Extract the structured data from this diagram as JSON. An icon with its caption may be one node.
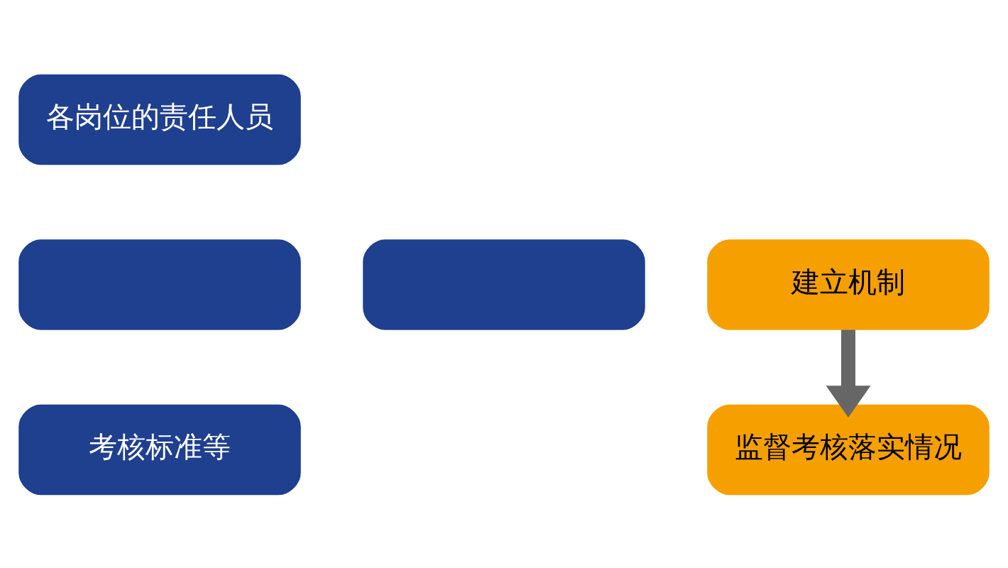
{
  "diagram": {
    "nodes": [
      {
        "text": [
          "各岗位的责任人员"
        ]
      },
      {
        "text": [],
        "shape": "box"
      },
      {
        "text": [],
        "shape": "box"
      },
      {
        "text": [
          "建立机制"
        ]
      },
      {
        "text": [
          "考核标准等"
        ]
      },
      {
        "text": [
          "监督考核落实情况"
        ]
      }
    ],
    "edges": [
      {
        "from": 3,
        "to": 5,
        "arrow": "to"
      }
    ]
  }
}
